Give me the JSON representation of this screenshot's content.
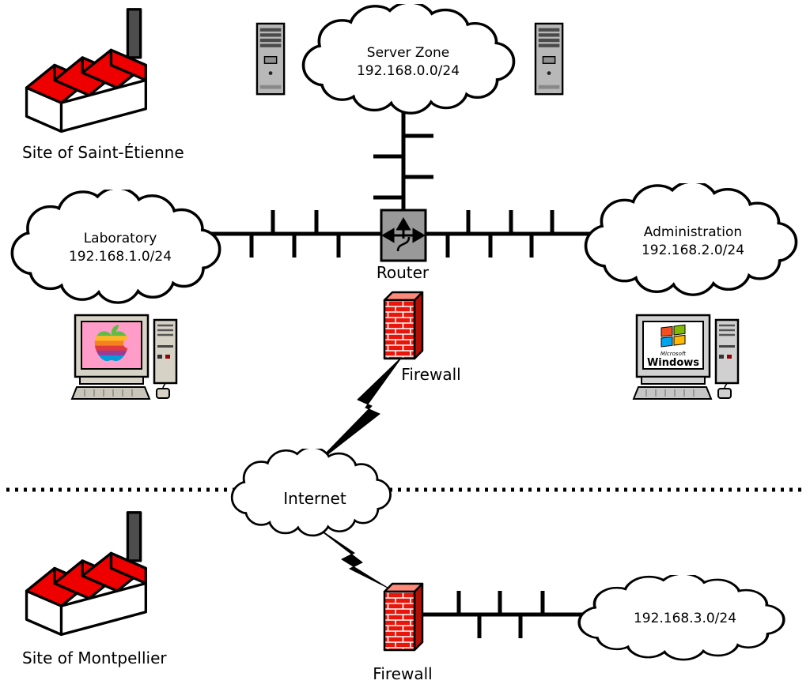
{
  "diagram": {
    "sites": {
      "saint_etienne": {
        "label": "Site of Saint-Étienne"
      },
      "montpellier": {
        "label": "Site of Montpellier"
      }
    },
    "networks": {
      "server_zone": {
        "name": "Server Zone",
        "subnet": "192.168.0.0/24"
      },
      "laboratory": {
        "name": "Laboratory",
        "subnet": "192.168.1.0/24"
      },
      "administration": {
        "name": "Administration",
        "subnet": "192.168.2.0/24"
      },
      "internet": {
        "name": "Internet"
      },
      "montpellier_lan": {
        "subnet": "192.168.3.0/24"
      }
    },
    "devices": {
      "router": {
        "label": "Router"
      },
      "firewall_main": {
        "label": "Firewall"
      },
      "firewall_montpellier": {
        "label": "Firewall"
      },
      "windows_pc": {
        "brand": "Microsoft",
        "os": "Windows"
      }
    },
    "colors": {
      "accent_red": "#ee0000",
      "brick_red": "#e8150a",
      "router_gray": "#999999",
      "line_black": "#000000"
    }
  }
}
